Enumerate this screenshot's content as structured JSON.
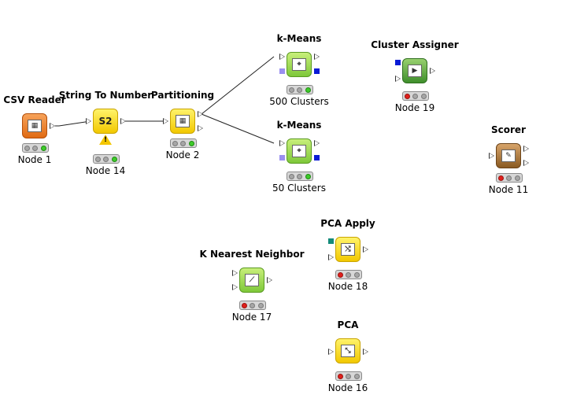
{
  "nodes": {
    "csv_reader": {
      "title": "CSV Reader",
      "label": "Node 1",
      "icon": "table-icon",
      "status": [
        "off",
        "off",
        "green"
      ]
    },
    "string_to_number": {
      "title": "String To Number",
      "label": "Node 14",
      "icon": "s2-convert-icon",
      "icon_text": "S2",
      "status": [
        "off",
        "off",
        "green"
      ],
      "warning": "!"
    },
    "partitioning": {
      "title": "Partitioning",
      "label": "Node 2",
      "icon": "table-icon",
      "status": [
        "off",
        "off",
        "green"
      ]
    },
    "kmeans_500": {
      "title": "k-Means",
      "label": "500 Clusters",
      "icon": "cluster-icon",
      "status": [
        "off",
        "off",
        "green"
      ]
    },
    "kmeans_50": {
      "title": "k-Means",
      "label": "50 Clusters",
      "icon": "cluster-icon",
      "status": [
        "off",
        "off",
        "green"
      ]
    },
    "cluster_assigner": {
      "title": "Cluster Assigner",
      "label": "Node 19",
      "icon": "assign-icon",
      "status": [
        "red",
        "off",
        "off"
      ]
    },
    "scorer": {
      "title": "Scorer",
      "label": "Node 11",
      "icon": "scorer-icon",
      "status": [
        "red",
        "off",
        "off"
      ]
    },
    "pca_apply": {
      "title": "PCA Apply",
      "label": "Node 18",
      "icon": "pca-apply-icon",
      "status": [
        "red",
        "off",
        "off"
      ]
    },
    "knn": {
      "title": "K Nearest Neighbor",
      "label": "Node 17",
      "icon": "knn-icon",
      "status": [
        "red",
        "off",
        "off"
      ]
    },
    "pca": {
      "title": "PCA",
      "label": "Node 16",
      "icon": "pca-icon",
      "status": [
        "red",
        "off",
        "off"
      ]
    }
  },
  "colors": {
    "status_green": "#3ecb2a",
    "status_red": "#e0201c",
    "warning_yellow": "#f3c600",
    "model_port": "#0a1bd6",
    "model_port_light": "#9a8ff0",
    "pca_port": "#138a7a",
    "wire": "#222222"
  }
}
